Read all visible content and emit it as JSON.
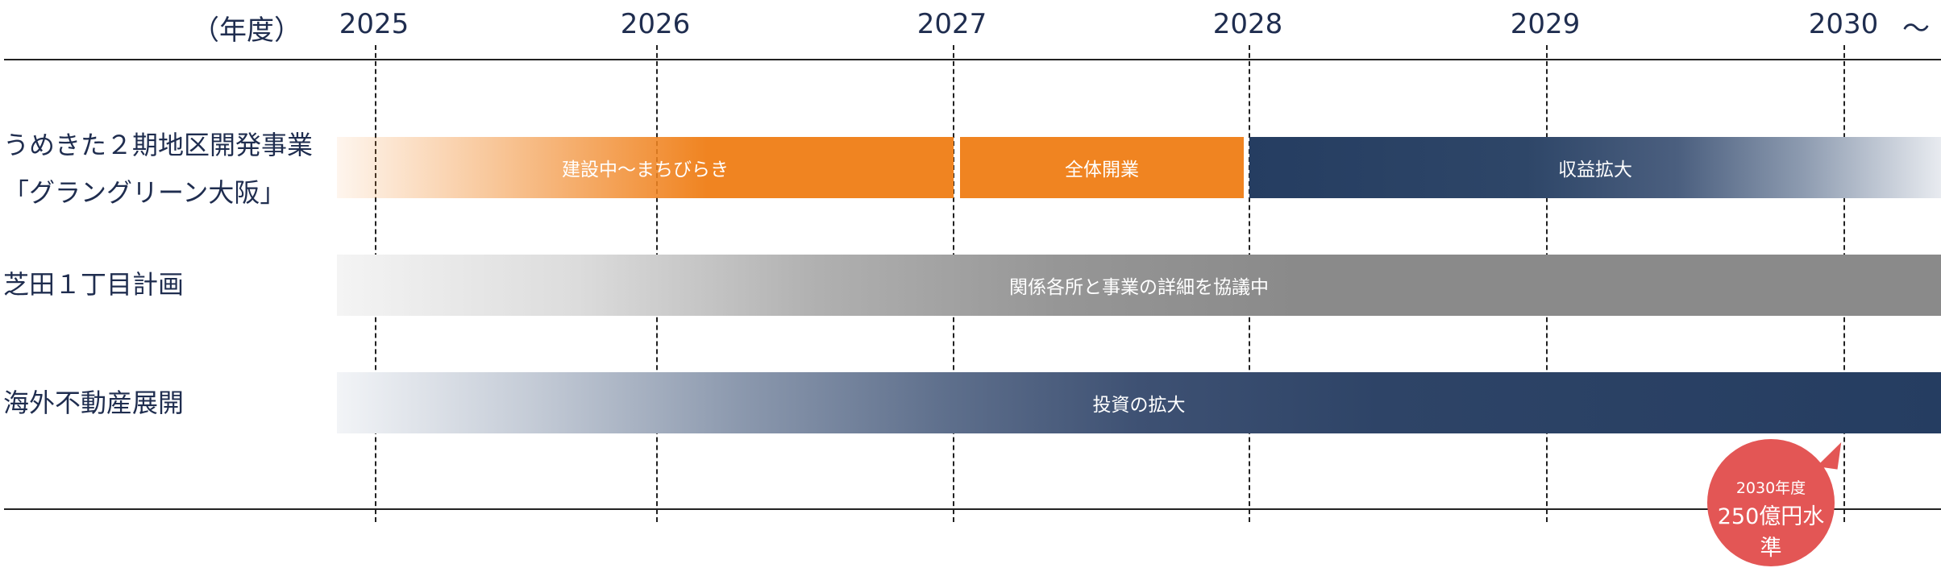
{
  "header": {
    "unit": "（年度）",
    "years": [
      "2025",
      "2026",
      "2027",
      "2028",
      "2029",
      "2030"
    ],
    "continuation": "～"
  },
  "rows": [
    {
      "label_line1": "うめきた２期地区開発事業",
      "label_line2": "「グラングリーン大阪」"
    },
    {
      "label_line1": "芝田１丁目計画"
    },
    {
      "label_line1": "海外不動産展開"
    }
  ],
  "bars": {
    "umekita_construction": {
      "label": "建設中～まちびらき",
      "color": "#f08421"
    },
    "umekita_full_open": {
      "label": "全体開業",
      "color": "#f08421"
    },
    "umekita_profit": {
      "label": "収益拡大",
      "color": "#253d61"
    },
    "shibata": {
      "label": "関係各所と事業の詳細を協議中",
      "color": "#8a8a8a"
    },
    "overseas": {
      "label": "投資の拡大",
      "color": "#253d61"
    }
  },
  "badge": {
    "line1": "2030年度",
    "line2": "250億円水準",
    "color": "#e35655"
  }
}
